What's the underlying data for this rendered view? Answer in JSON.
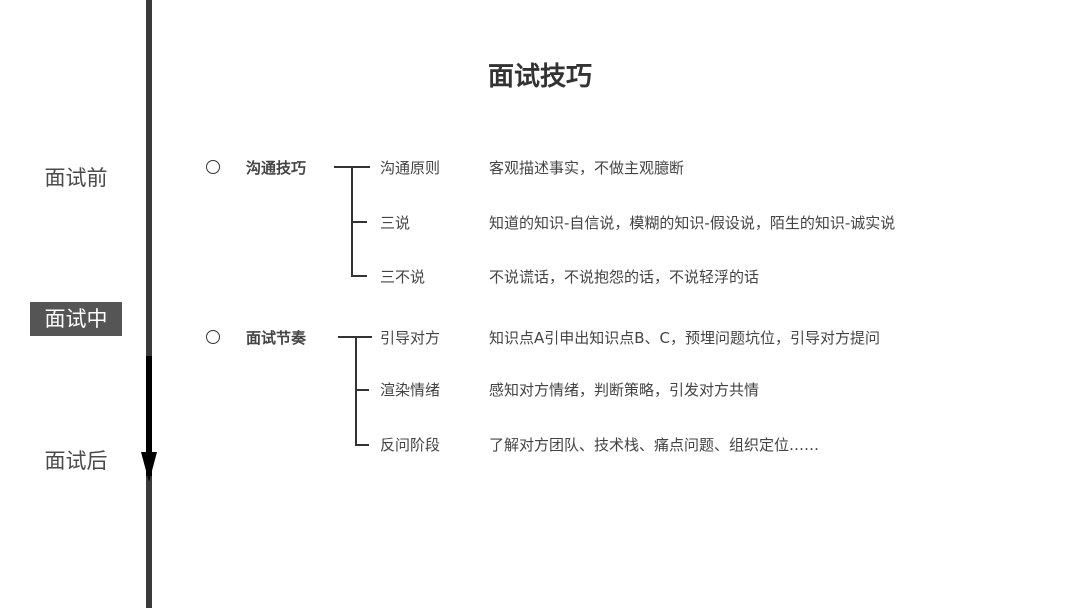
{
  "title": "面试技巧",
  "stages": [
    {
      "label": "面试前",
      "active": false
    },
    {
      "label": "面试中",
      "active": true
    },
    {
      "label": "面试后",
      "active": false
    }
  ],
  "groups": [
    {
      "name": "沟通技巧",
      "items": [
        {
          "label": "沟通原则",
          "text": "客观描述事实，不做主观臆断"
        },
        {
          "label": "三说",
          "text": "知道的知识-自信说，模糊的知识-假设说，陌生的知识-诚实说"
        },
        {
          "label": "三不说",
          "text": "不说谎话，不说抱怨的话，不说轻浮的话"
        }
      ]
    },
    {
      "name": "面试节奏",
      "items": [
        {
          "label": "引导对方",
          "text": "知识点A引申出知识点B、C，预埋问题坑位，引导对方提问"
        },
        {
          "label": "渲染情绪",
          "text": "感知对方情绪，判断策略，引发对方共情"
        },
        {
          "label": "反问阶段",
          "text": "了解对方团队、技术栈、痛点问题、组织定位……"
        }
      ]
    }
  ]
}
